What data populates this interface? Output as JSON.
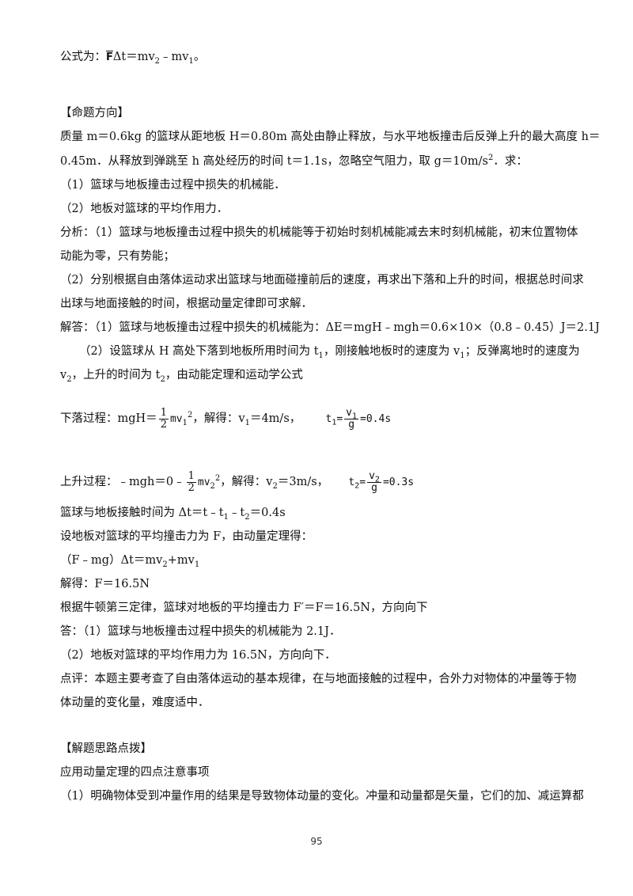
{
  "formula_line": {
    "prefix": "公式为：",
    "fbar": "F",
    "rest_a": "Δt＝mv",
    "s2": "2",
    "rest_b": "﹣mv",
    "s1": "1",
    "end": "。"
  },
  "section1_title": "【命题方向】",
  "problem": {
    "l1": "质量 m＝0.6kg 的篮球从距地板 H＝0.80m 高处由静止释放，与水平地板撞击后反弹上升的最大高度 h＝",
    "l2a": "0.45m．从释放到弹跳至 h 高处经历的时间 t＝1.1s，忽略空气阻力，取 g＝10m/s",
    "l2sup": "2",
    "l2b": "．求：",
    "q1": "（1）篮球与地板撞击过程中损失的机械能．",
    "q2": "（2）地板对篮球的平均作用力．"
  },
  "analysis": {
    "l1": "分析：（1）篮球与地板撞击过程中损失的机械能等于初始时刻机械能减去末时刻机械能，初末位置物体",
    "l2": "动能为零，只有势能；",
    "l3": "（2）分别根据自由落体运动求出篮球与地面碰撞前后的速度，再求出下落和上升的时间，根据总时间求",
    "l4": "出球与地面接触的时间，根据动量定律即可求解．"
  },
  "solution": {
    "l1": "解答：（1）篮球与地板撞击过程中损失的机械能为：ΔE＝mgH﹣mgh＝0.6×10×（0.8﹣0.45）J＝2.1J",
    "l2a": "（2）设篮球从 H 高处下落到地板所用时间为 t",
    "l2s1": "1",
    "l2b": "，刚接触地板时的速度为 v",
    "l2s2": "1",
    "l2c": "；反弹离地时的速度为",
    "l3a": "v",
    "l3s1": "2",
    "l3b": "，上升的时间为 t",
    "l3s2": "2",
    "l3c": "，由动能定理和运动学公式",
    "down_prefix": "下落过程：mgH＝",
    "down_frac_num": "1",
    "down_frac_den": "2",
    "down_mv": "mv",
    "down_sub": "1",
    "down_sup": "2",
    "down_mid": "，解得：v",
    "down_vsub": "1",
    "down_vval": "＝4m/s，",
    "down_t": "t",
    "down_tsub": "1",
    "down_eq": "=",
    "down_tnum": "v",
    "down_tnumsub": "1",
    "down_tden": "g",
    "down_tval": "=0.4s",
    "up_prefix": "上升过程：﹣mgh＝0﹣",
    "up_frac_num": "1",
    "up_frac_den": "2",
    "up_mv": "mv",
    "up_sub": "2",
    "up_sup": "2",
    "up_mid": "，解得：v",
    "up_vsub": "2",
    "up_vval": "＝3m/s，",
    "up_t": "t",
    "up_tsub": "2",
    "up_eq": "=",
    "up_tnum": "v",
    "up_tnumsub": "2",
    "up_tden": "g",
    "up_tval": "=0.3s",
    "contact_a": "篮球与地板接触时间为 Δt＝t﹣t",
    "contact_s1": "1",
    "contact_b": "﹣t",
    "contact_s2": "2",
    "contact_c": "＝0.4s",
    "setF": "设地板对篮球的平均撞击力为 F，由动量定理得：",
    "eq_a": "（F﹣mg）Δt＝mv",
    "eq_s1": "2",
    "eq_b": "+mv",
    "eq_s2": "1",
    "result": "解得：F＝16.5N",
    "newton": "根据牛顿第三定律，篮球对地板的平均撞击力 F′＝F＝16.5N，方向向下",
    "ans1": "答：（1）篮球与地板撞击过程中损失的机械能为 2.1J．",
    "ans2": "（2）地板对篮球的平均作用力为 16.5N，方向向下．"
  },
  "comment": {
    "l1": "点评：本题主要考查了自由落体运动的基本规律，在与地面接触的过程中，合外力对物体的冲量等于物",
    "l2": "体动量的变化量，难度适中．"
  },
  "section2_title": "【解题思路点拨】",
  "tips": {
    "l1": "应用动量定理的四点注意事项",
    "l2": "（1）明确物体受到冲量作用的结果是导致物体动量的变化。冲量和动量都是矢量，它们的加、减运算都"
  },
  "page_number": "95"
}
